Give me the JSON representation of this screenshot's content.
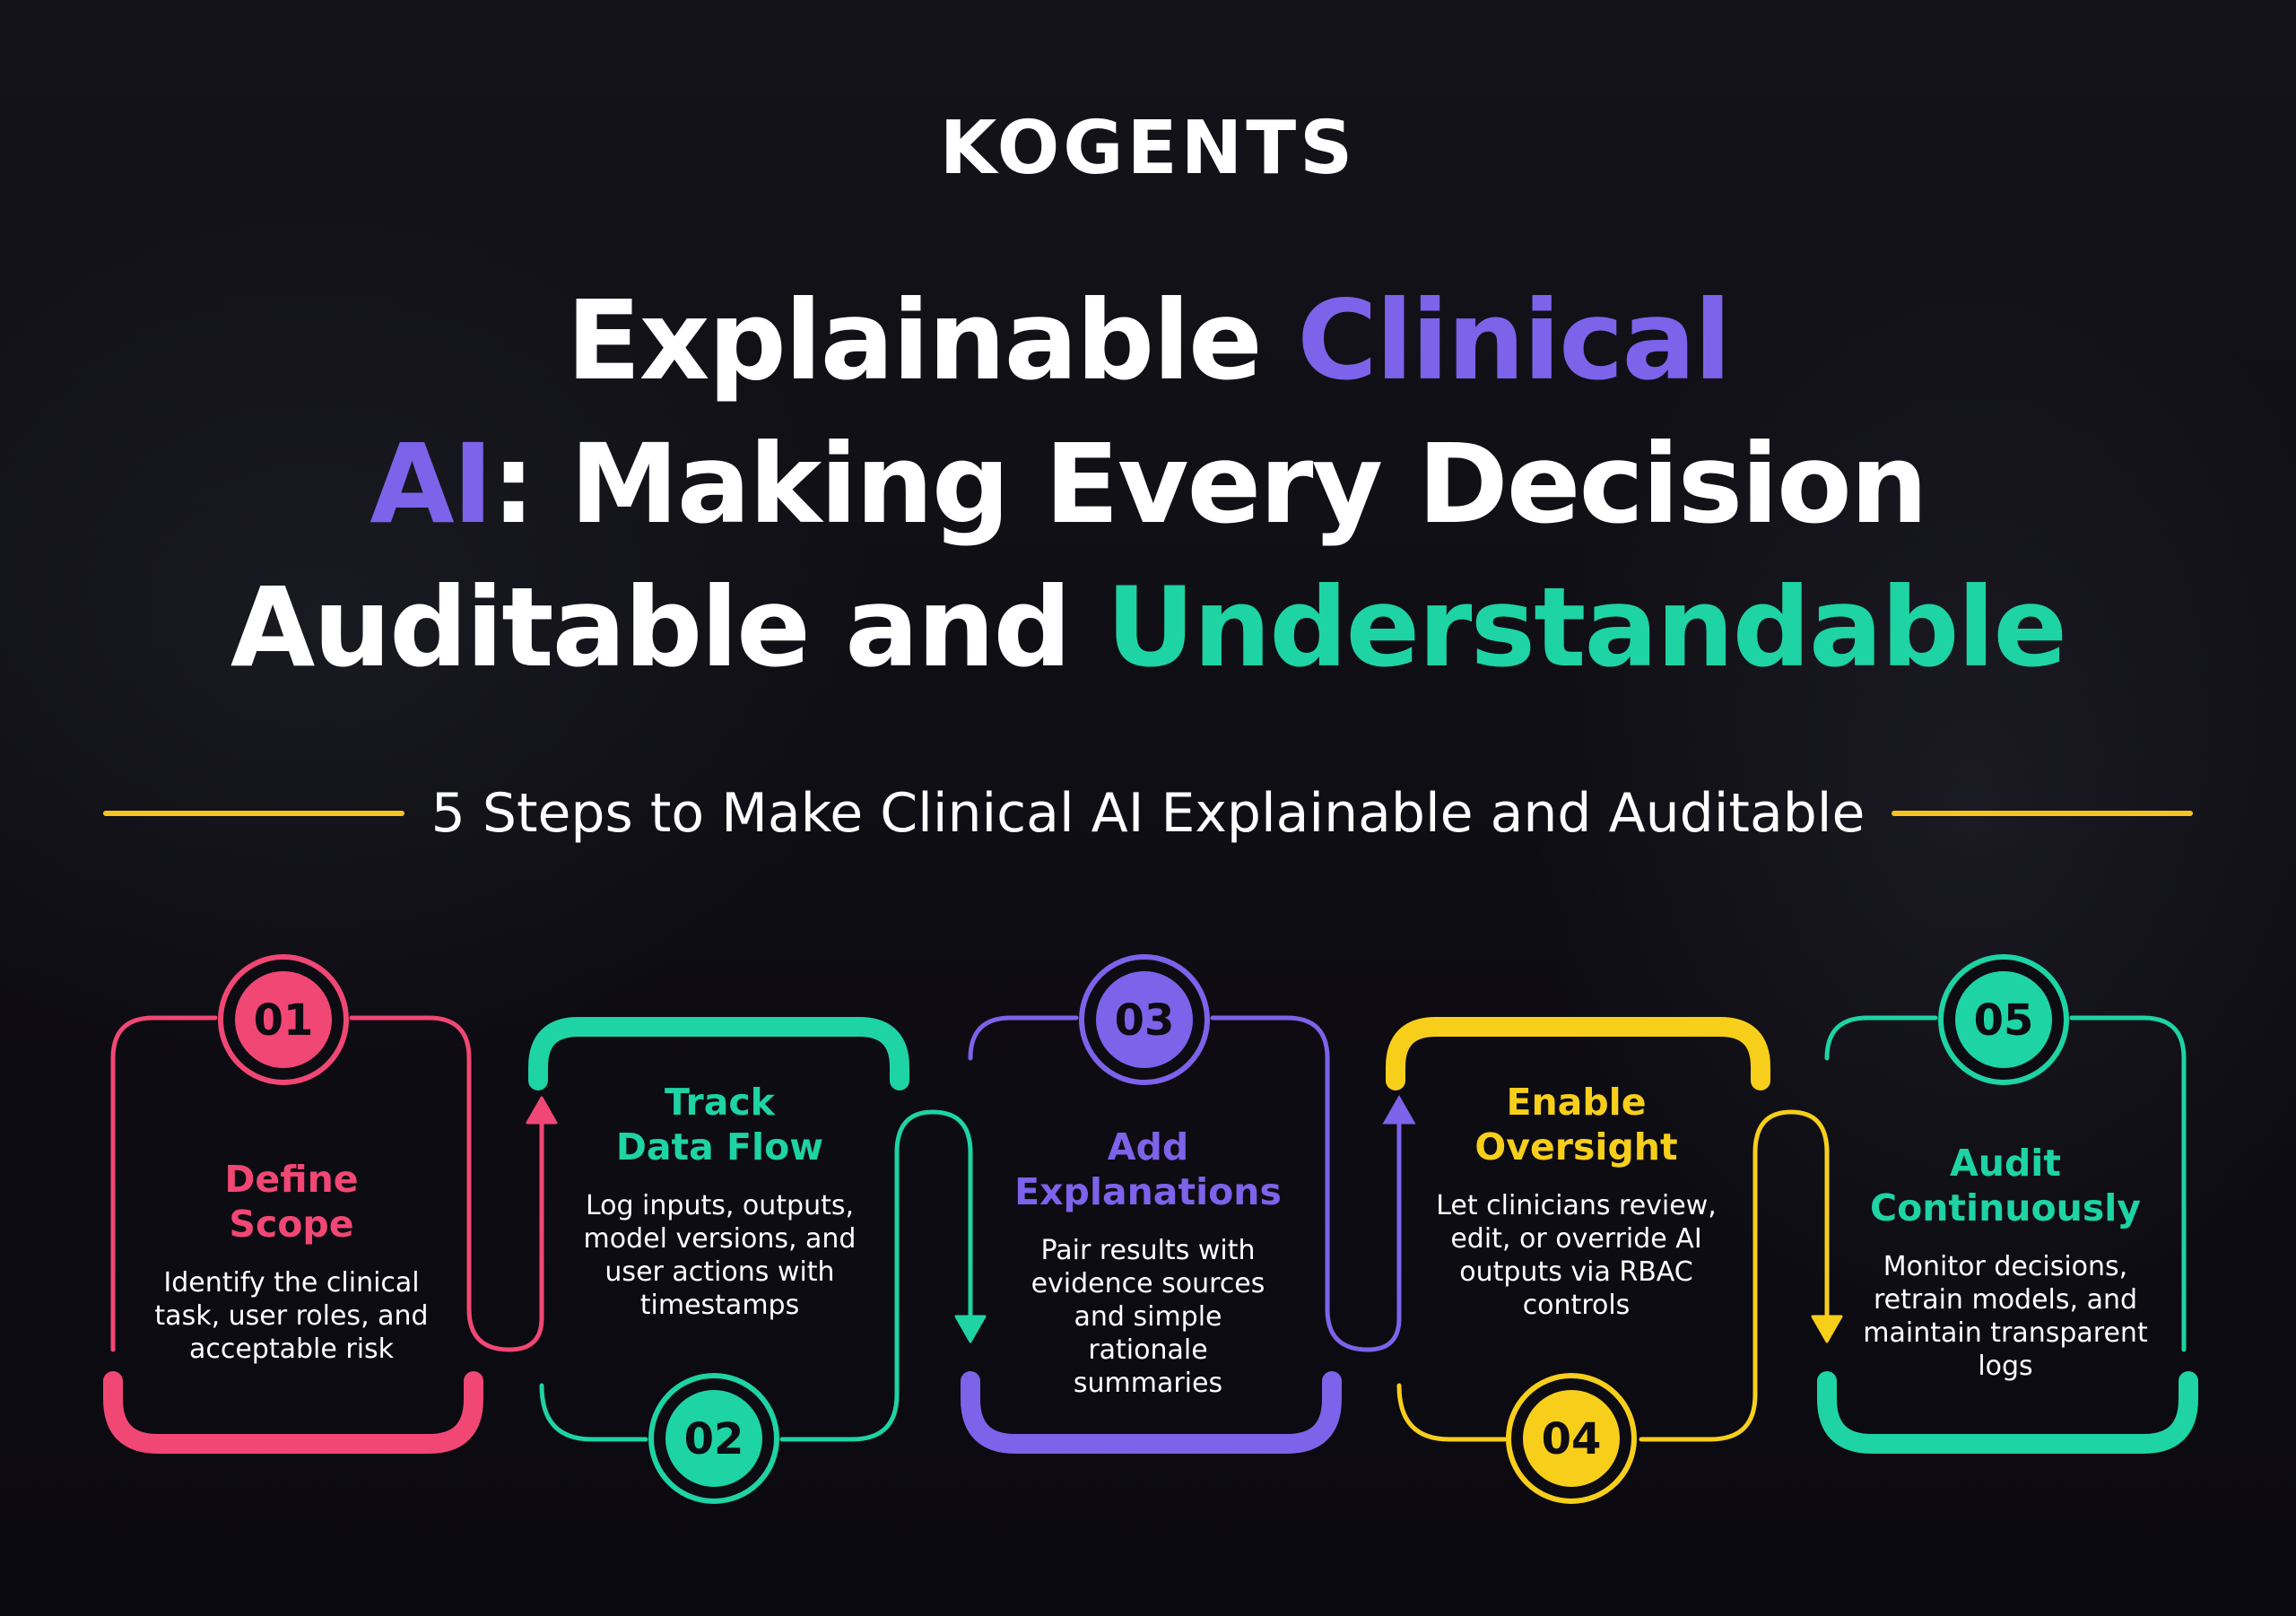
{
  "logo": {
    "text": "KOGENTS"
  },
  "title": {
    "line1_white": "Explainable ",
    "line1_purple": "Clinical",
    "line2_purple": "AI",
    "line2_white": ": Making Every Decision",
    "line3_white": "Auditable and ",
    "line3_green": "Understandable"
  },
  "subtitle": "5 Steps to Make Clinical AI Explainable and Auditable",
  "colors": {
    "pink": "#f14774",
    "teal": "#1ed3a4",
    "purple": "#7c63ea",
    "yellow": "#f7cf1b",
    "rule": "#f7c321"
  },
  "steps": [
    {
      "number": "01",
      "title_line1": "Define",
      "title_line2": "Scope",
      "desc": "Identify the clinical task, user roles, and acceptable risk",
      "color": "#f14774"
    },
    {
      "number": "02",
      "title_line1": "Track",
      "title_line2": "Data Flow",
      "desc": "Log inputs, outputs, model versions, and user actions with timestamps",
      "color": "#1ed3a4"
    },
    {
      "number": "03",
      "title_line1": "Add",
      "title_line2": "Explanations",
      "desc": "Pair results with evidence sources and simple rationale summaries",
      "color": "#7c63ea"
    },
    {
      "number": "04",
      "title_line1": "Enable",
      "title_line2": "Oversight",
      "desc": "Let clinicians review, edit, or override AI outputs via RBAC controls",
      "color": "#f7cf1b"
    },
    {
      "number": "05",
      "title_line1": "Audit",
      "title_line2": "Continuously",
      "desc": "Monitor decisions, retrain models, and maintain transparent logs",
      "color": "#1ed3a4"
    }
  ]
}
